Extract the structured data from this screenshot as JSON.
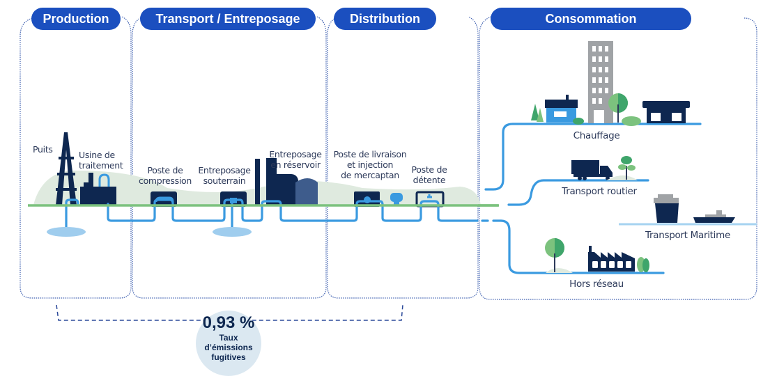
{
  "stages": [
    {
      "id": "production",
      "title": "Production"
    },
    {
      "id": "transport",
      "title": "Transport / Entreposage"
    },
    {
      "id": "distribution",
      "title": "Distribution"
    },
    {
      "id": "consommation",
      "title": "Consommation"
    }
  ],
  "facilities": {
    "puits": "Puits",
    "usine_line1": "Usine de",
    "usine_line2": "traitement",
    "compression_line1": "Poste de",
    "compression_line2": "compression",
    "souterrain_line1": "Entreposage",
    "souterrain_line2": "souterrain",
    "reservoir_line1": "Entreposage",
    "reservoir_line2": "en réservoir",
    "livraison_line1": "Poste de livraison",
    "livraison_line2": "et injection",
    "livraison_line3": "de mercaptan",
    "detente_line1": "Poste de",
    "detente_line2": "détente"
  },
  "consumption": {
    "chauffage": "Chauffage",
    "routier": "Transport routier",
    "maritime": "Transport Maritime",
    "hors_reseau": "Hors réseau"
  },
  "emissions": {
    "value": "0,93 %",
    "caption_line1": "Taux",
    "caption_line2": "d’émissions",
    "caption_line3": "fugitives"
  },
  "colors": {
    "pill": "#1b4fbf",
    "navy": "#0e2750",
    "pipe": "#3a9ae0",
    "ground": "#7cc27e",
    "hill": "#dfeadf",
    "border": "#3d5fb0"
  }
}
